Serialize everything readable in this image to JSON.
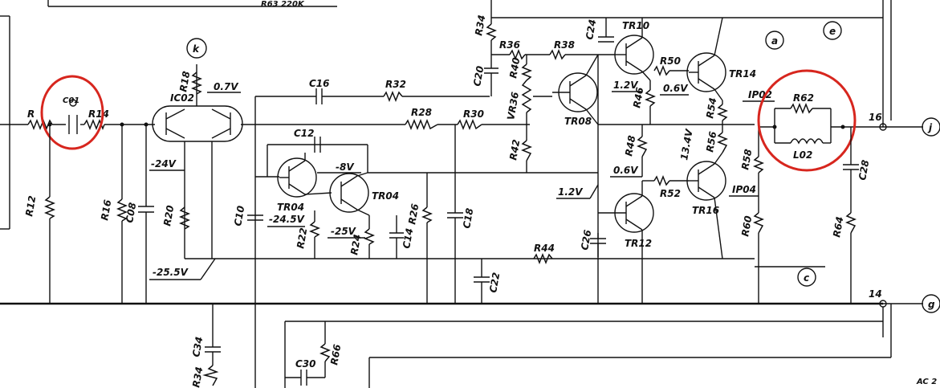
{
  "diagram": {
    "labels": {
      "r_top_left": "R",
      "r14": "R14",
      "c01": "C01",
      "r12": "R12",
      "r16": "R16",
      "c08": "C08",
      "r20": "R20",
      "r18": "R18",
      "ic02": "IC02",
      "v_07": "0.7V",
      "k": "k",
      "c16": "C16",
      "r32": "R32",
      "r28": "R28",
      "r30": "R30",
      "c12": "C12",
      "v_m24": "-24V",
      "v_m8": "-8V",
      "tr04a": "TR04",
      "tr04b": "TR04",
      "v_m245": "-24.5V",
      "v_m25": "-25V",
      "v_m255": "-25.5V",
      "c10": "C10",
      "r22": "R22",
      "r24": "R24",
      "c14": "C14",
      "r26": "R26",
      "c18": "C18",
      "r34": "R34",
      "r36": "R36",
      "r38": "R38",
      "c24": "C24",
      "c20": "C20",
      "r40": "R40",
      "vr36": "VR36",
      "r42": "R42",
      "tr08": "TR08",
      "tr10": "TR10",
      "v_12a": "1.2V",
      "r50": "R50",
      "v_06a": "0.6V",
      "r46": "R46",
      "tr14": "TR14",
      "ip02": "IP02",
      "r54": "R54",
      "r48": "R48",
      "v_06b": "0.6V",
      "r52": "R52",
      "tr16": "TR16",
      "v_13": "13.4V",
      "r56": "R56",
      "ip04": "IP04",
      "r58": "R58",
      "r60": "R60",
      "v_12b": "1.2V",
      "c26": "C26",
      "tr12": "TR12",
      "r44": "R44",
      "c22": "C22",
      "r62": "R62",
      "l02": "L02",
      "c28": "C28",
      "r64": "R64",
      "n16": "16",
      "n14": "14",
      "a": "a",
      "e": "e",
      "j": "j",
      "c": "c",
      "g": "g",
      "c34": "C34",
      "r34b": "R34",
      "c30": "C30",
      "r66": "R66",
      "r63_top": "R63 220K",
      "corner": "AC 2"
    }
  }
}
